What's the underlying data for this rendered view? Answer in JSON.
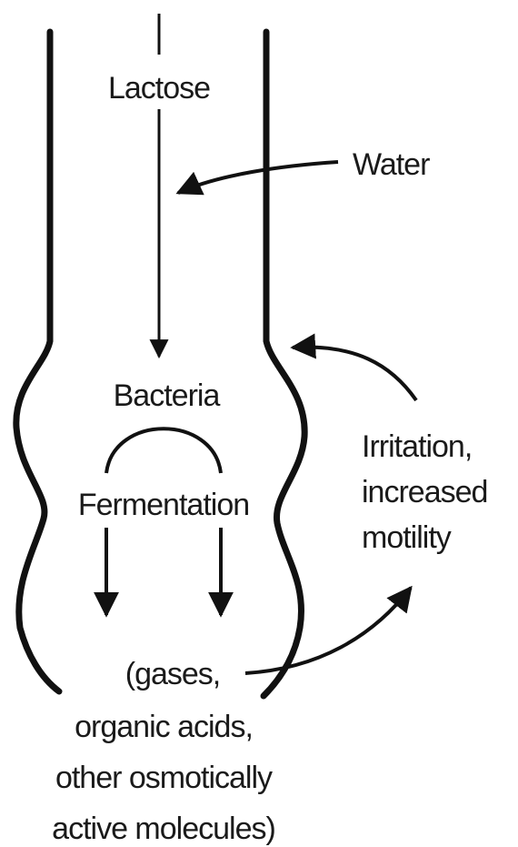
{
  "labels": {
    "lactose": "Lactose",
    "water": "Water",
    "bacteria": "Bacteria",
    "fermentation": "Fermentation",
    "irritation_line1": "Irritation,",
    "irritation_line2": "increased",
    "irritation_line3": "motility",
    "products_line1": "(gases,",
    "products_line2": "organic acids,",
    "products_line3": "other osmotically",
    "products_line4": "active molecules)"
  }
}
